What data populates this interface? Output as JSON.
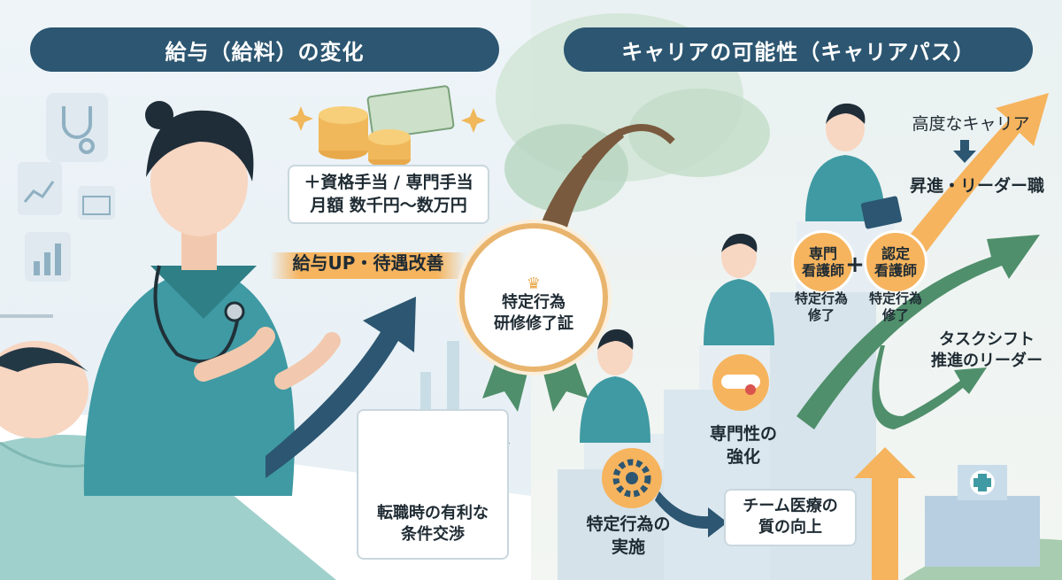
{
  "left": {
    "header": "給与（給料）の変化",
    "allowance": {
      "line1": "＋資格手当 / 専門手当",
      "line2": "月額 数千円〜数万円"
    },
    "salary_up": "給与UP・待遇改善",
    "negotiation": {
      "line1": "転職時の有利な",
      "line2": "条件交渉"
    }
  },
  "medal": {
    "line1": "特定行為",
    "line2": "研修修了証"
  },
  "right": {
    "header": "キャリアの可能性（キャリアパス）",
    "advanced_career": "高度なキャリア",
    "promotion": "昇進・リーダー職",
    "cns": {
      "line1": "専門",
      "line2": "看護師"
    },
    "plus": "+",
    "cn": {
      "line1": "認定",
      "line2": "看護師"
    },
    "cns_note": {
      "line1": "特定行為",
      "line2": "修了"
    },
    "cn_note": {
      "line1": "特定行為",
      "line2": "修了"
    },
    "task_shift": {
      "line1": "タスクシフト",
      "line2": "推進のリーダー"
    },
    "specialty": {
      "line1": "専門性の",
      "line2": "強化"
    },
    "team_care": {
      "line1": "チーム医療の",
      "line2": "質の向上"
    },
    "specified_acts": {
      "line1": "特定行為の",
      "line2": "実施"
    }
  },
  "colors": {
    "navy": "#2c5671",
    "teal": "#3f9aa3",
    "orange": "#f6b45e",
    "green": "#4f8f6b"
  }
}
